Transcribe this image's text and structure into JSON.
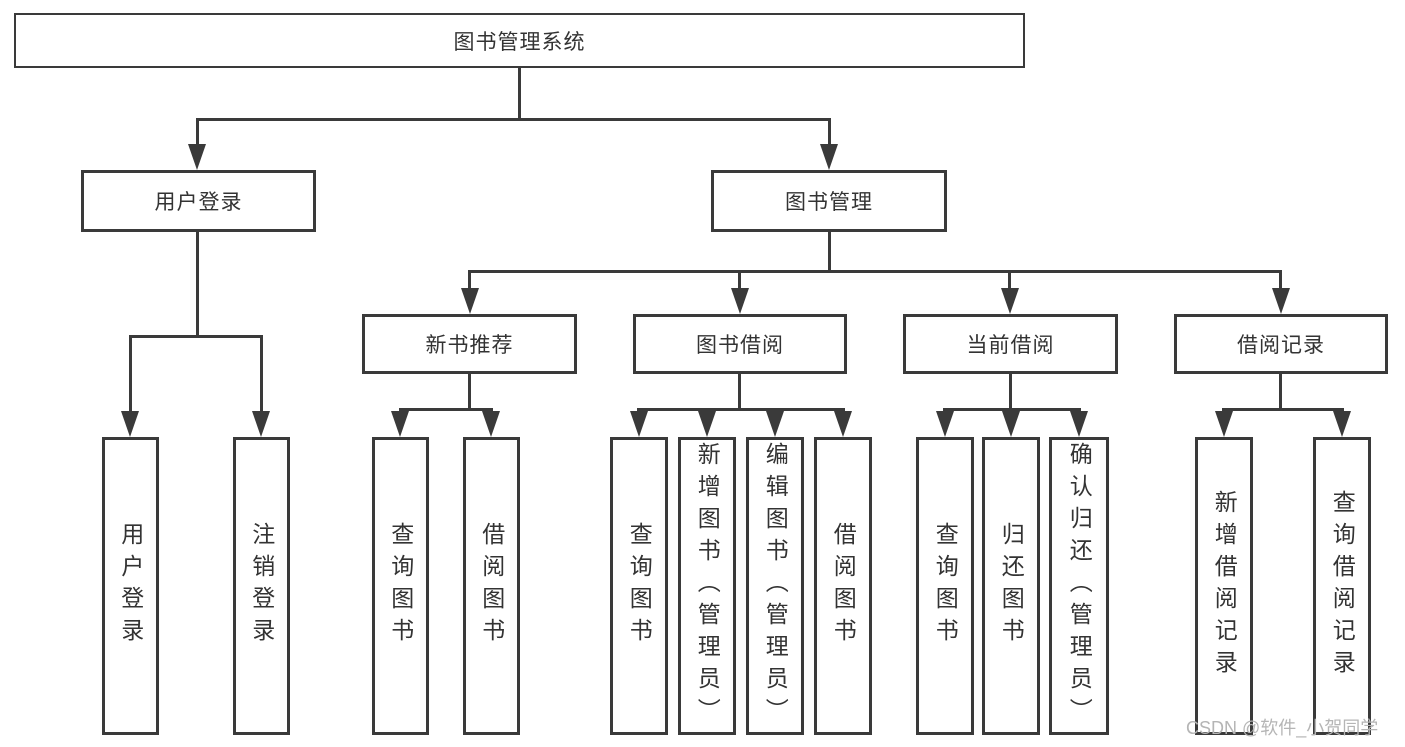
{
  "colors": {
    "line": "#3a3a3a",
    "box_border": "#3a3a3a",
    "text": "#333333",
    "background": "#ffffff",
    "watermark": "#b5b5b5"
  },
  "tree": {
    "root": {
      "label": "图书管理系统"
    },
    "user_login": {
      "label": "用户登录",
      "children": [
        "用户登录",
        "注销登录"
      ]
    },
    "book_mgmt": {
      "label": "图书管理"
    },
    "new_books": {
      "label": "新书推荐",
      "children": [
        "查询图书",
        "借阅图书"
      ]
    },
    "book_borrow": {
      "label": "图书借阅",
      "children": [
        "查询图书",
        "新增图书（管理员）",
        "编辑图书（管理员）",
        "借阅图书"
      ]
    },
    "current_borrow": {
      "label": "当前借阅",
      "children": [
        "查询图书",
        "归还图书",
        "确认归还（管理员）"
      ]
    },
    "borrow_records": {
      "label": "借阅记录",
      "children": [
        "新增借阅记录",
        "查询借阅记录"
      ]
    }
  },
  "watermark": "CSDN @软件_小贺同学"
}
